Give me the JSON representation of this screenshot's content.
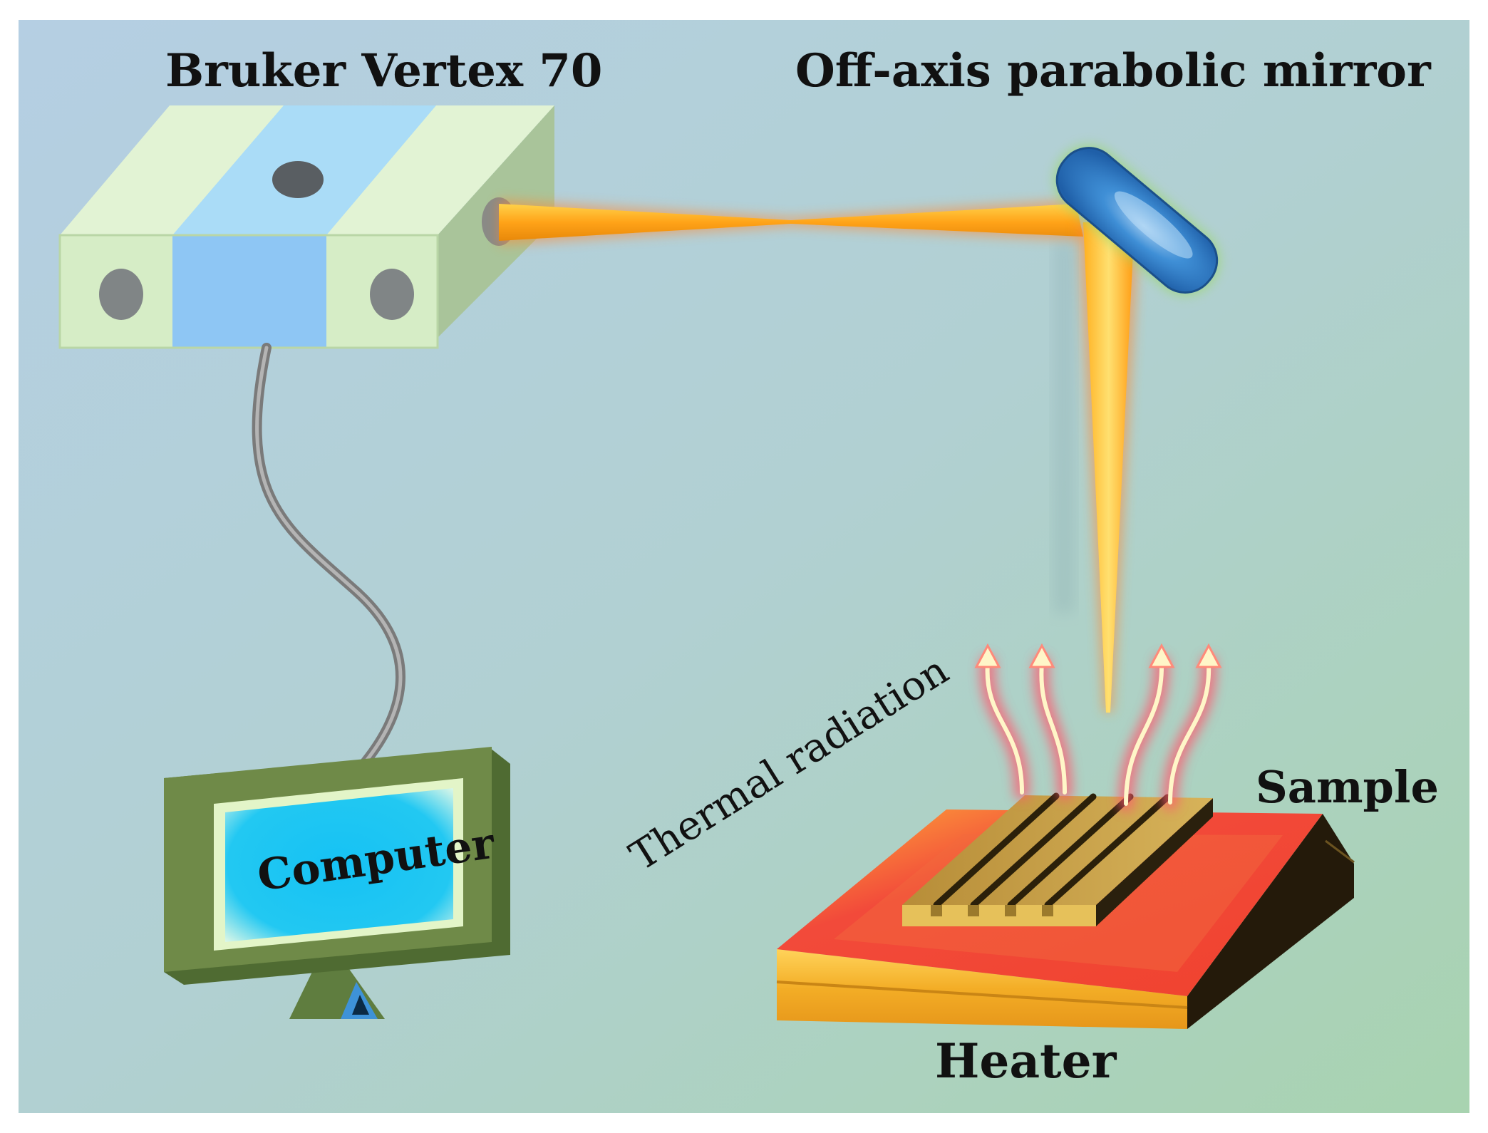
{
  "labels": {
    "spectrometer": "Bruker Vertex 70",
    "mirror": "Off-axis parabolic mirror",
    "computer": "Computer",
    "thermal_radiation": "Thermal radiation",
    "sample": "Sample",
    "heater": "Heater"
  },
  "colors": {
    "background_left": "#b4cfe0",
    "background_right": "#acd3b4",
    "spectrometer_body": "#d4ecc4",
    "spectrometer_center": "#8ec8f2",
    "beam": "#ffb020",
    "beam_glow": "#ff8a30",
    "mirror": "#2d7fc8",
    "monitor_frame": "#6f8a48",
    "monitor_screen": "#1ac4f5",
    "heater_top": "#f0503a",
    "heater_side": "#f7b52a",
    "sample_grating": "#c9a24a",
    "radiation_glow": "#ff5a6e"
  }
}
